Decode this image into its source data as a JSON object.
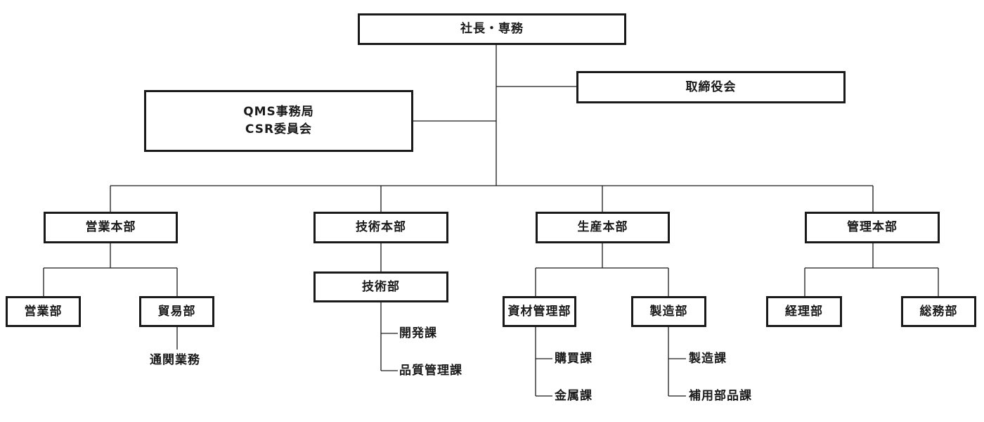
{
  "org_chart": {
    "top": "社長・専務",
    "board": "取締役会",
    "staff": [
      "QMS事務局",
      "CSR委員会"
    ],
    "divisions": {
      "sales": {
        "name": "営業本部",
        "departments": [
          {
            "name": "営業部"
          },
          {
            "name": "貿易部",
            "sections": [
              "通関業務"
            ]
          }
        ]
      },
      "technology": {
        "name": "技術本部",
        "departments": [
          {
            "name": "技術部",
            "sections": [
              "開発課",
              "品質管理課"
            ]
          }
        ]
      },
      "production": {
        "name": "生産本部",
        "departments": [
          {
            "name": "資材管理部",
            "sections": [
              "購買課",
              "金属課"
            ]
          },
          {
            "name": "製造部",
            "sections": [
              "製造課",
              "補用部品課"
            ]
          }
        ]
      },
      "administration": {
        "name": "管理本部",
        "departments": [
          {
            "name": "経理部"
          },
          {
            "name": "総務部"
          }
        ]
      }
    }
  }
}
